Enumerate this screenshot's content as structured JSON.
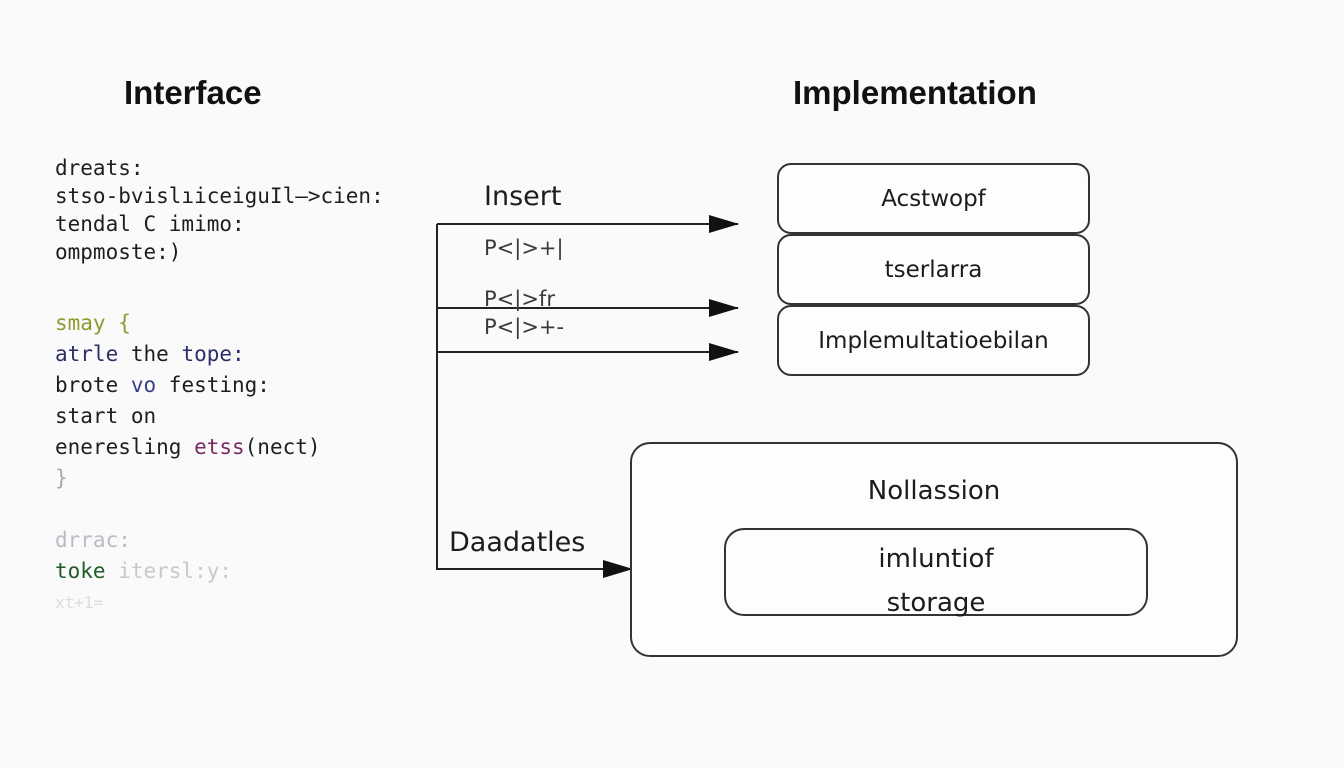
{
  "headings": {
    "left": "Interface",
    "right": "Implementation"
  },
  "code": {
    "block1": [
      "dreats:",
      "stso-bvislıiceiguIl—>cien:",
      "tendal C imimo:",
      "ompmoste:)"
    ],
    "block2": {
      "line1": "smay {",
      "line2_a": "atrle",
      "line2_b": " the ",
      "line2_c": "tope:",
      "line3_a": "brote ",
      "line3_b": "vo",
      "line3_c": " festing:",
      "line4": "start on",
      "line5_a": "eneresling ",
      "line5_b": "etss",
      "line5_c": "(nect)",
      "line6": "}"
    },
    "block3": {
      "line1": "drrac:",
      "line2_a": "toke ",
      "line2_b": "itersl:y:",
      "line3": "xt+1="
    }
  },
  "labels": {
    "insert": "Insert",
    "sub1": "P<|>+|",
    "sub2": "P<|>fr",
    "sub3": "P<|>+-",
    "data": "Daadatles"
  },
  "boxes": {
    "box1": "Acstwopf",
    "box2": "tserlarra",
    "box3": "Implemultatioebilan"
  },
  "storage": {
    "title": "Nollassion",
    "inner_line1": "imluntiof",
    "inner_line2": "storage"
  },
  "colors": {
    "stroke": "#222222",
    "background": "#fafafa"
  }
}
